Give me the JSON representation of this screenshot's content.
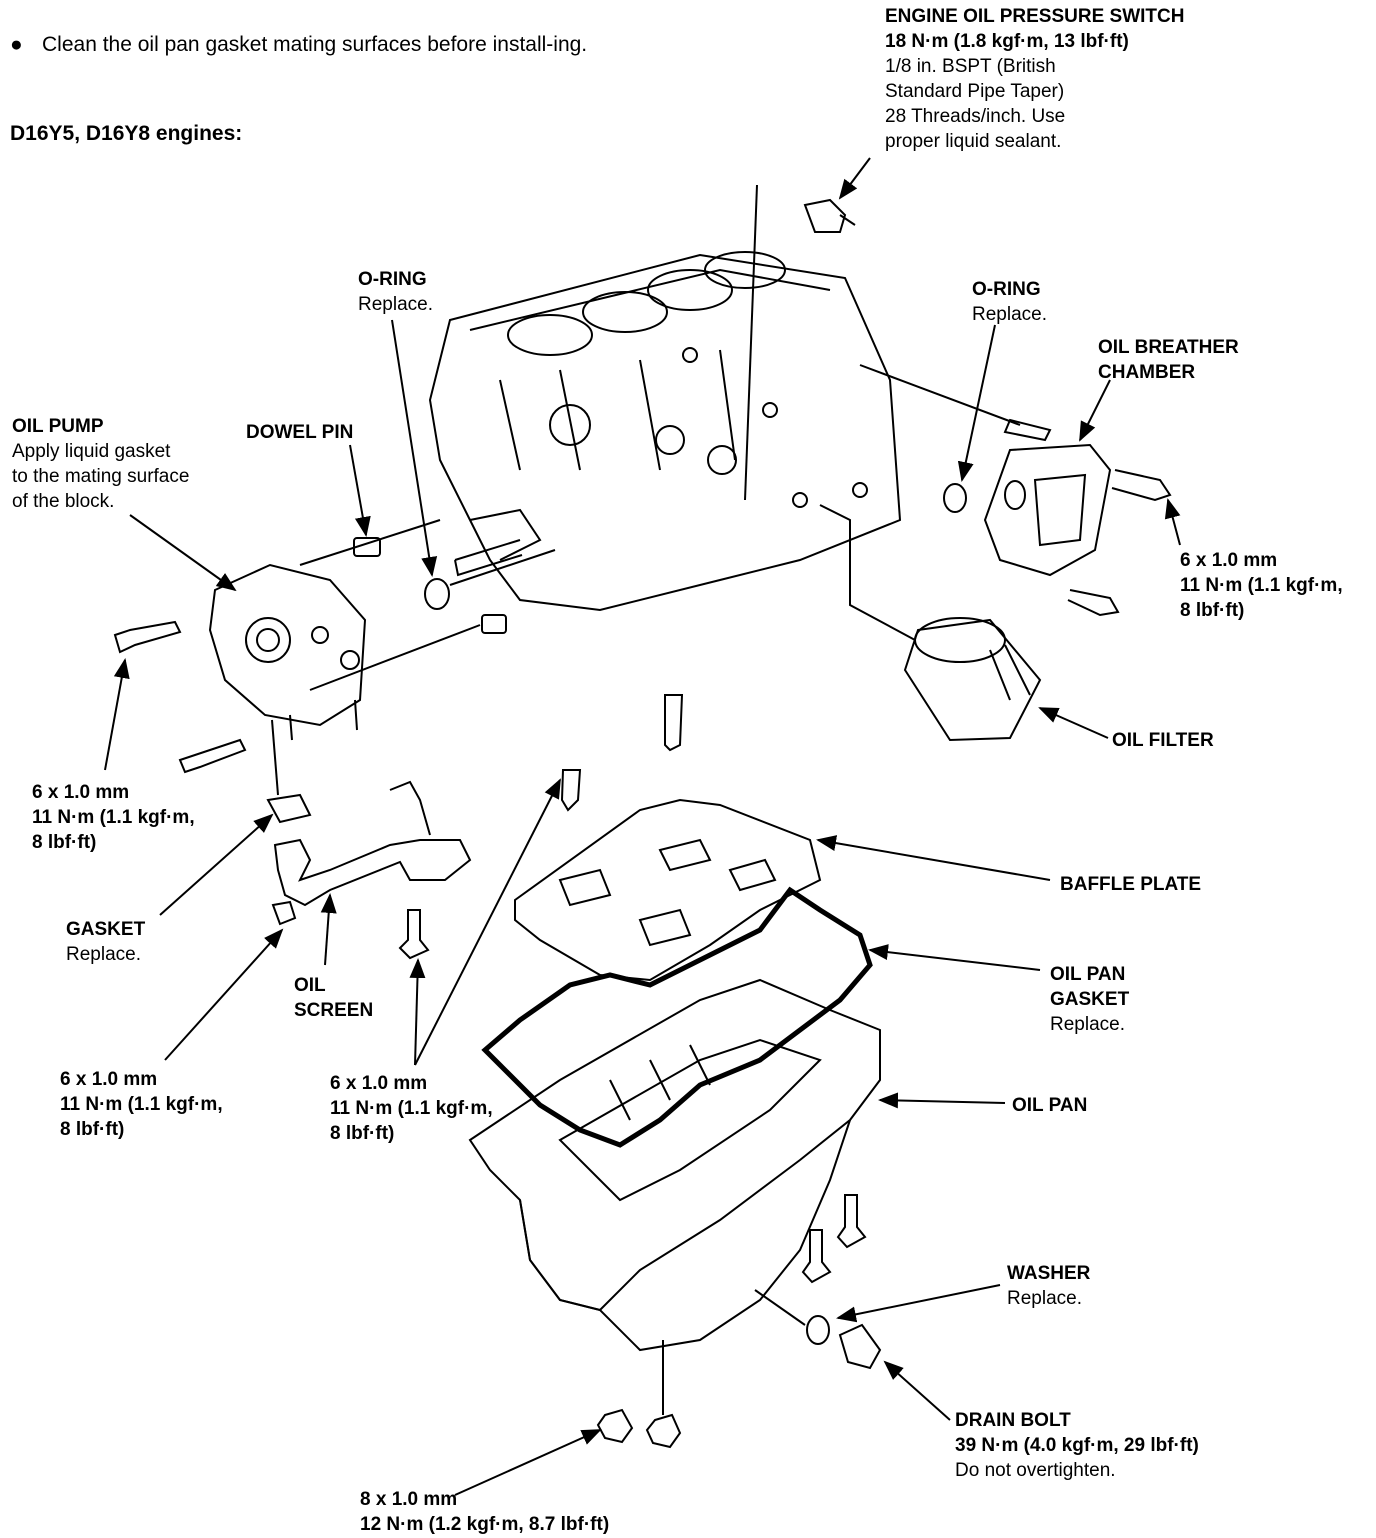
{
  "instruction": {
    "bullet": "●",
    "text": "Clean the oil pan gasket mating surfaces before install-ing."
  },
  "engines_heading": "D16Y5, D16Y8 engines:",
  "labels": {
    "oil_pressure_switch": {
      "title": "ENGINE OIL PRESSURE SWITCH",
      "torque": "18 N·m (1.8 kgf·m, 13 lbf·ft)",
      "l1": "1/8 in. BSPT (British",
      "l2": "Standard Pipe Taper)",
      "l3": "28 Threads/inch. Use",
      "l4": "proper liquid sealant."
    },
    "oring_left": {
      "title": "O-RING",
      "note": "Replace."
    },
    "oring_right": {
      "title": "O-RING",
      "note": "Replace."
    },
    "breather": {
      "l1": "OIL BREATHER",
      "l2": "CHAMBER"
    },
    "oil_pump": {
      "title": "OIL PUMP",
      "l1": "Apply liquid gasket",
      "l2": "to the mating surface",
      "l3": "of the block."
    },
    "dowel_pin": "DOWEL PIN",
    "bolt_right": {
      "size": "6 x 1.0 mm",
      "t1": "11 N·m (1.1 kgf·m,",
      "t2": "8 lbf·ft)"
    },
    "oil_filter": "OIL FILTER",
    "bolt_pump": {
      "size": "6 x 1.0 mm",
      "t1": "11 N·m (1.1 kgf·m,",
      "t2": "8 lbf·ft)"
    },
    "baffle_plate": "BAFFLE PLATE",
    "gasket": {
      "title": "GASKET",
      "note": "Replace."
    },
    "oil_screen": {
      "l1": "OIL",
      "l2": "SCREEN"
    },
    "oil_pan_gasket": {
      "l1": "OIL PAN",
      "l2": "GASKET",
      "note": "Replace."
    },
    "bolt_screen": {
      "size": "6 x 1.0 mm",
      "t1": "11 N·m (1.1 kgf·m,",
      "t2": "8 lbf·ft)"
    },
    "bolt_mid": {
      "size": "6 x 1.0 mm",
      "t1": "11 N·m (1.1 kgf·m,",
      "t2": "8 lbf·ft)"
    },
    "oil_pan": "OIL PAN",
    "washer": {
      "title": "WASHER",
      "note": "Replace."
    },
    "drain_bolt": {
      "title": "DRAIN BOLT",
      "torque": "39 N·m (4.0 kgf·m, 29 lbf·ft)",
      "note": "Do not overtighten."
    },
    "nut_bottom": {
      "size": "8 x 1.0 mm",
      "torque": "12 N·m (1.2 kgf·m, 8.7 lbf·ft)"
    }
  }
}
